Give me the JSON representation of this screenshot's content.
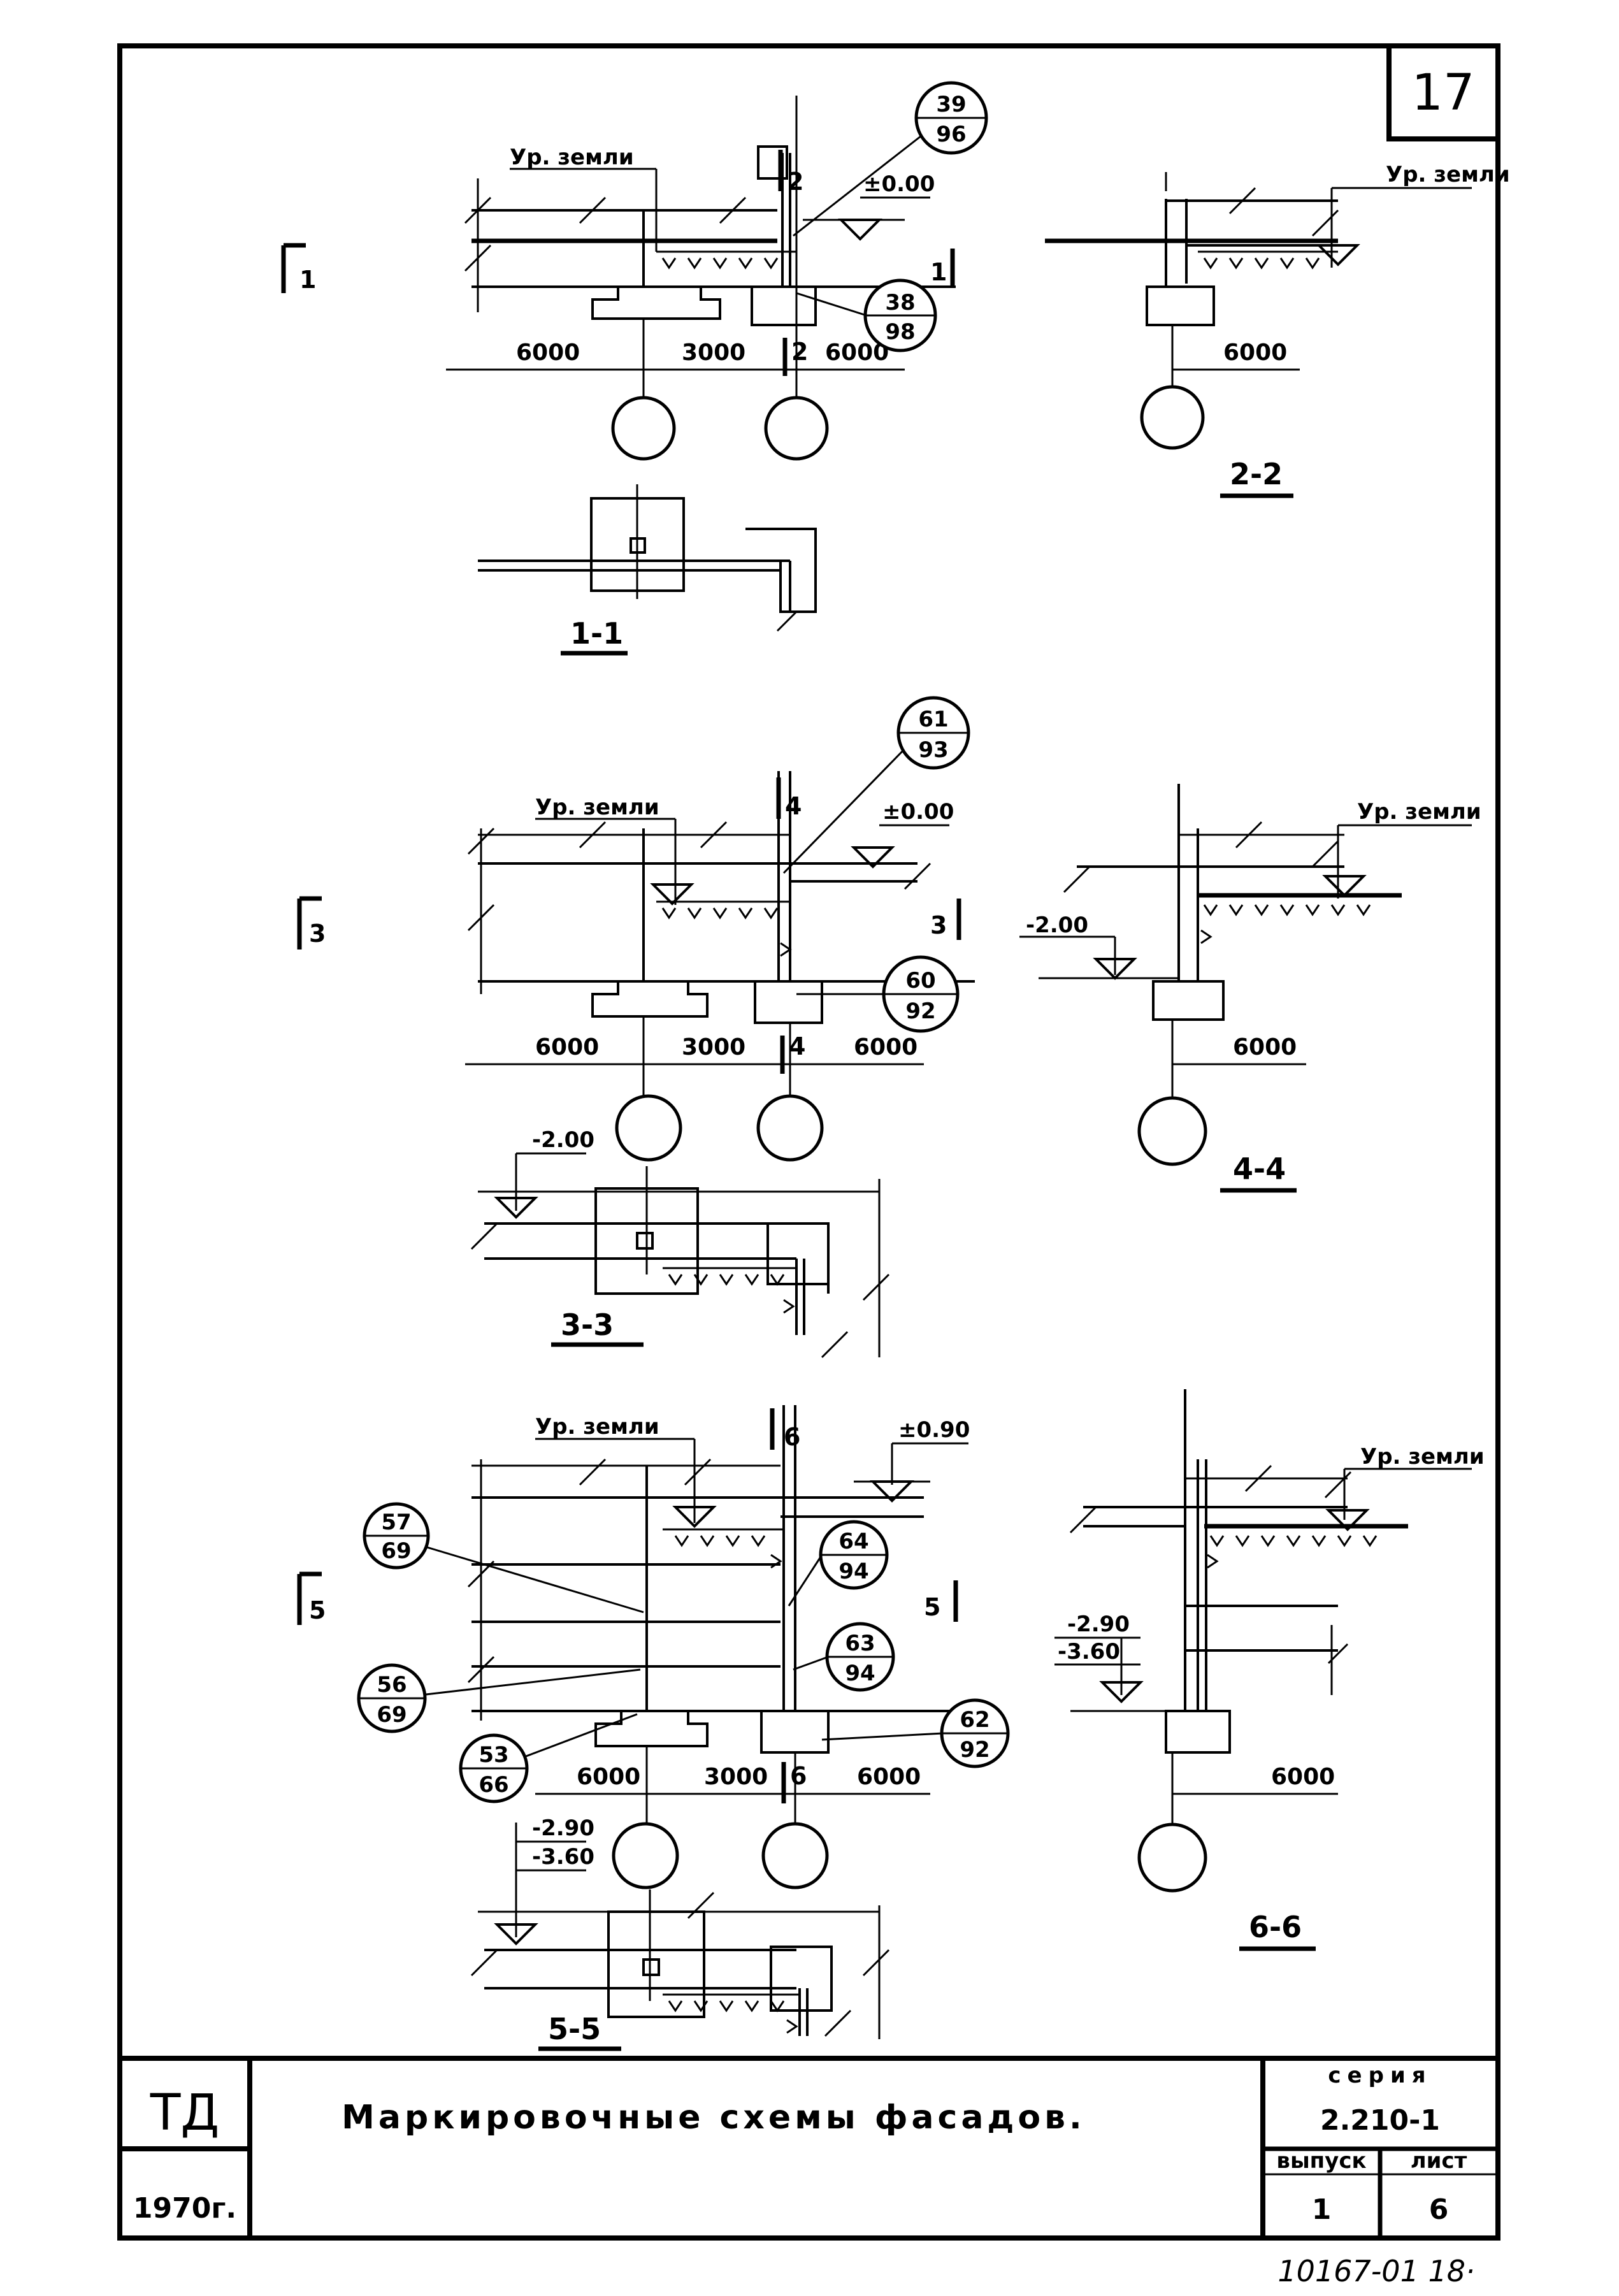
{
  "sheet": {
    "page_number": "17",
    "handwritten_note": "10167-01  18·"
  },
  "title_block": {
    "org": "ТД",
    "year": "1970г.",
    "title": "Маркировочные схемы фасадов.",
    "series_label": "серия",
    "series_value": "2.210-1",
    "issue_label": "выпуск",
    "issue_value": "1",
    "sheet_label": "лист",
    "sheet_value": "6"
  },
  "labels": {
    "ground_level": "Ур. земли",
    "dim_6000": "6000",
    "dim_3000": "3000",
    "lvl_000": "±0.00",
    "lvl_200": "-2.00",
    "lvl_290": "-2.90",
    "lvl_360": "-3.60",
    "lvl_090": "±0.90"
  },
  "section_marks": {
    "s1": "1",
    "s2": "2",
    "s3": "3",
    "s4": "4",
    "s5": "5",
    "s6": "6"
  },
  "section_titles": {
    "s11": "1-1",
    "s22": "2-2",
    "s33": "3-3",
    "s44": "4-4",
    "s55": "5-5",
    "s66": "6-6"
  },
  "bubbles": {
    "b39_96": [
      "39",
      "96"
    ],
    "b38_98": [
      "38",
      "98"
    ],
    "b61_93": [
      "61",
      "93"
    ],
    "b60_92": [
      "60",
      "92"
    ],
    "b57_69": [
      "57",
      "69"
    ],
    "b56_69": [
      "56",
      "69"
    ],
    "b53_66": [
      "53",
      "66"
    ],
    "b64_94": [
      "64",
      "94"
    ],
    "b63_94": [
      "63",
      "94"
    ],
    "b62_92": [
      "62",
      "92"
    ]
  }
}
